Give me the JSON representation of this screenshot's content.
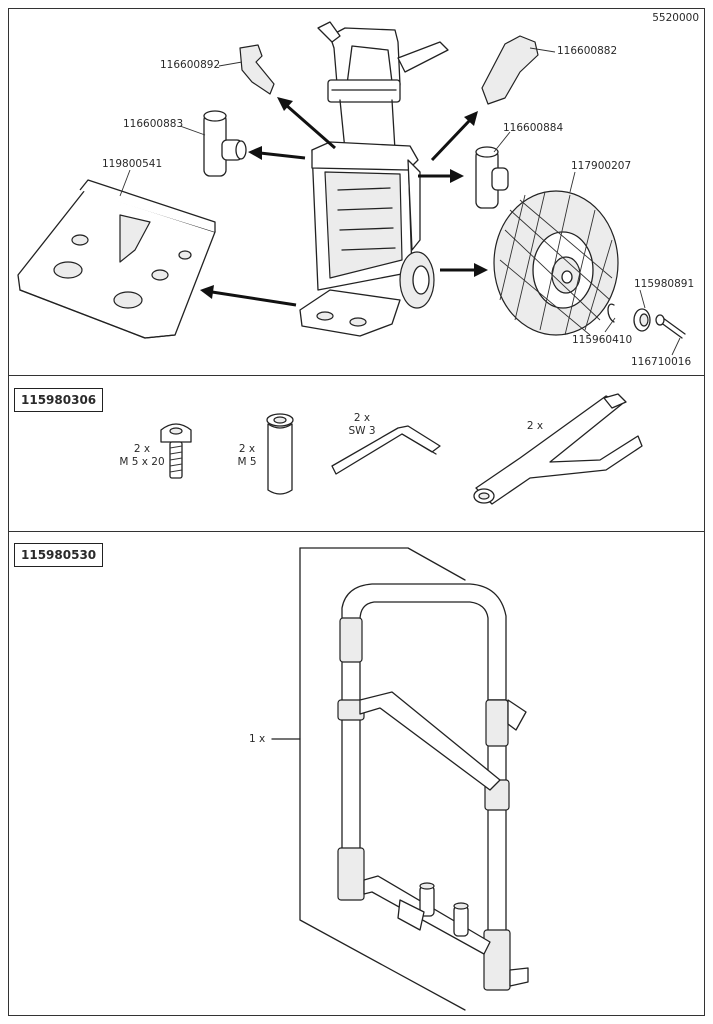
{
  "document_id": "5520000",
  "top_section": {
    "part_labels": {
      "handle_cap": "116600892",
      "corner_cap": "116600882",
      "t_connector_left": "116600883",
      "t_connector_right": "116600884",
      "platform": "119800541",
      "wheel": "117900207",
      "washer": "115980891",
      "clip": "115960410",
      "screw": "116710016"
    }
  },
  "kit_1": {
    "id": "115980306",
    "items": [
      {
        "qty": "2 x",
        "spec": "M 5 x 20",
        "icon": "bolt-icon"
      },
      {
        "qty": "2 x",
        "spec": "M 5",
        "icon": "sleeve-nut-icon"
      },
      {
        "qty": "2 x",
        "spec": "SW 3",
        "icon": "hex-key-icon"
      },
      {
        "qty": "2 x",
        "spec": "",
        "icon": "handle-grip-icon"
      }
    ]
  },
  "kit_2": {
    "id": "115980530",
    "qty": "1 x",
    "icon": "telescopic-frame-icon"
  }
}
